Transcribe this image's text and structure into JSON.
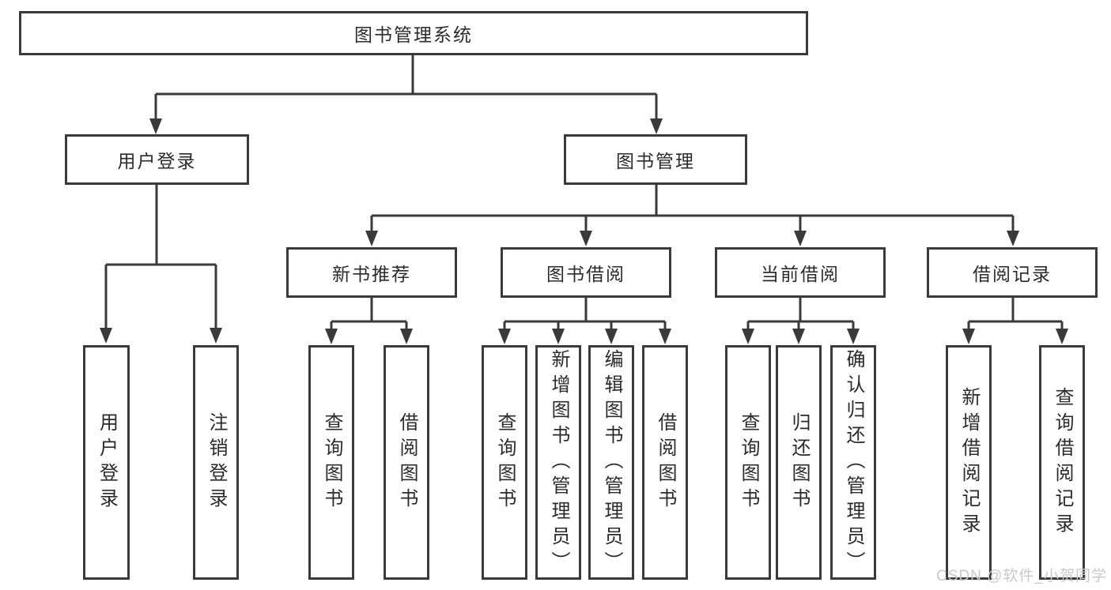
{
  "diagram": {
    "type": "tree-structure-diagram",
    "root_label": "图书管理系统",
    "branches": [
      {
        "label": "用户登录",
        "children": [
          "用户登录",
          "注销登录"
        ]
      },
      {
        "label": "图书管理",
        "groups": [
          {
            "label": "新书推荐",
            "children": [
              "查询图书",
              "借阅图书"
            ]
          },
          {
            "label": "图书借阅",
            "children": [
              "查询图书",
              "新增图书（管理员）",
              "编辑图书（管理员）",
              "借阅图书"
            ]
          },
          {
            "label": "当前借阅",
            "children": [
              "查询图书",
              "归还图书",
              "确认归还（管理员）"
            ]
          },
          {
            "label": "借阅记录",
            "children": [
              "新增借阅记录",
              "查询借阅记录"
            ]
          }
        ]
      }
    ],
    "watermark": "CSDN @软件_小贺同学",
    "colors": {
      "line": "#3a3a3a",
      "text": "#2b2b2b",
      "watermark": "#c9c9c9",
      "background": "#ffffff"
    }
  }
}
